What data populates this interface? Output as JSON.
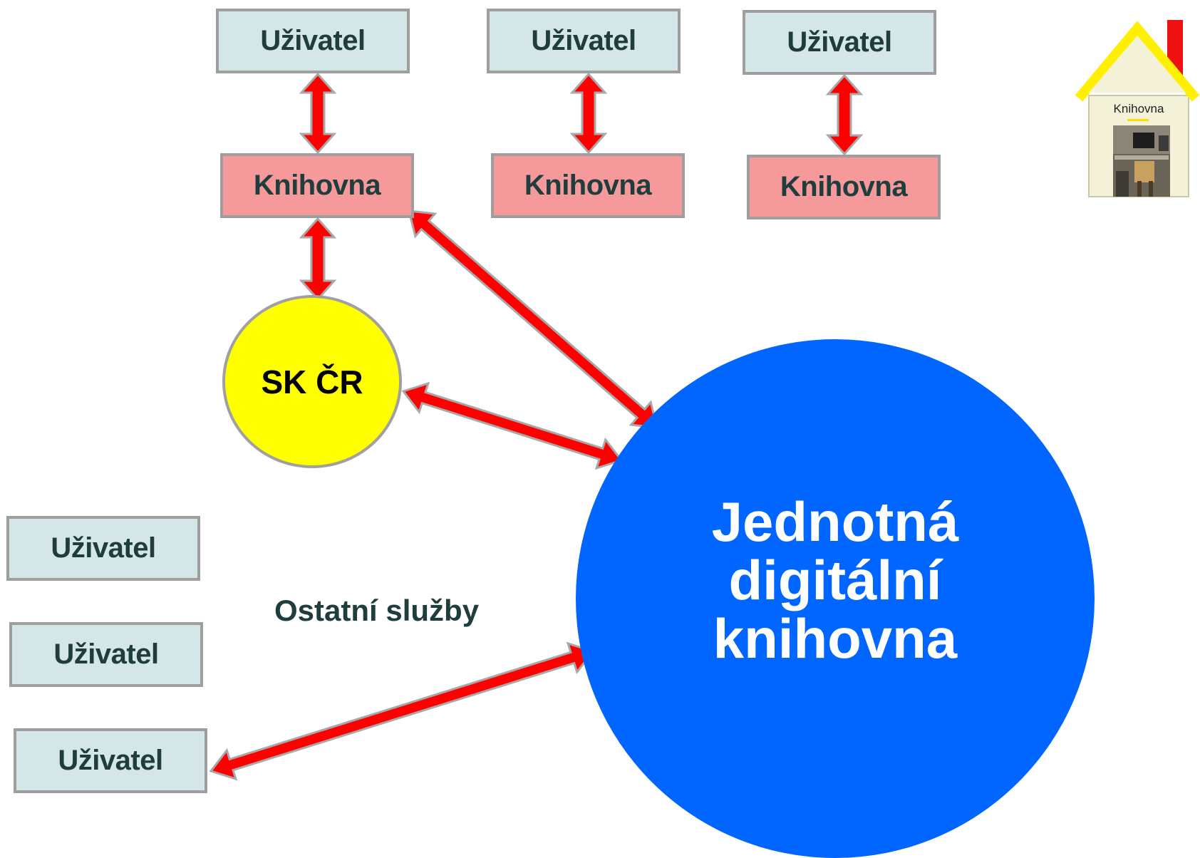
{
  "colors": {
    "user_fill": "#d4e6e8",
    "library_fill": "#f5999b",
    "arrow": "#ff0000",
    "skcr_fill": "#ffff00",
    "jdk_fill": "#0066ff",
    "text": "#1f3d3d"
  },
  "top_users": [
    "Uživatel",
    "Uživatel",
    "Uživatel"
  ],
  "libraries": [
    "Knihovna",
    "Knihovna",
    "Knihovna"
  ],
  "left_users": [
    "Uživatel",
    "Uživatel",
    "Uživatel"
  ],
  "skcr_label": "SK ČR",
  "jdk_lines": [
    "Jednotná",
    "digitální",
    "knihovna"
  ],
  "other_services": "Ostatní služby",
  "house_label": "Knihovna",
  "house_icon": "library-house-icon"
}
